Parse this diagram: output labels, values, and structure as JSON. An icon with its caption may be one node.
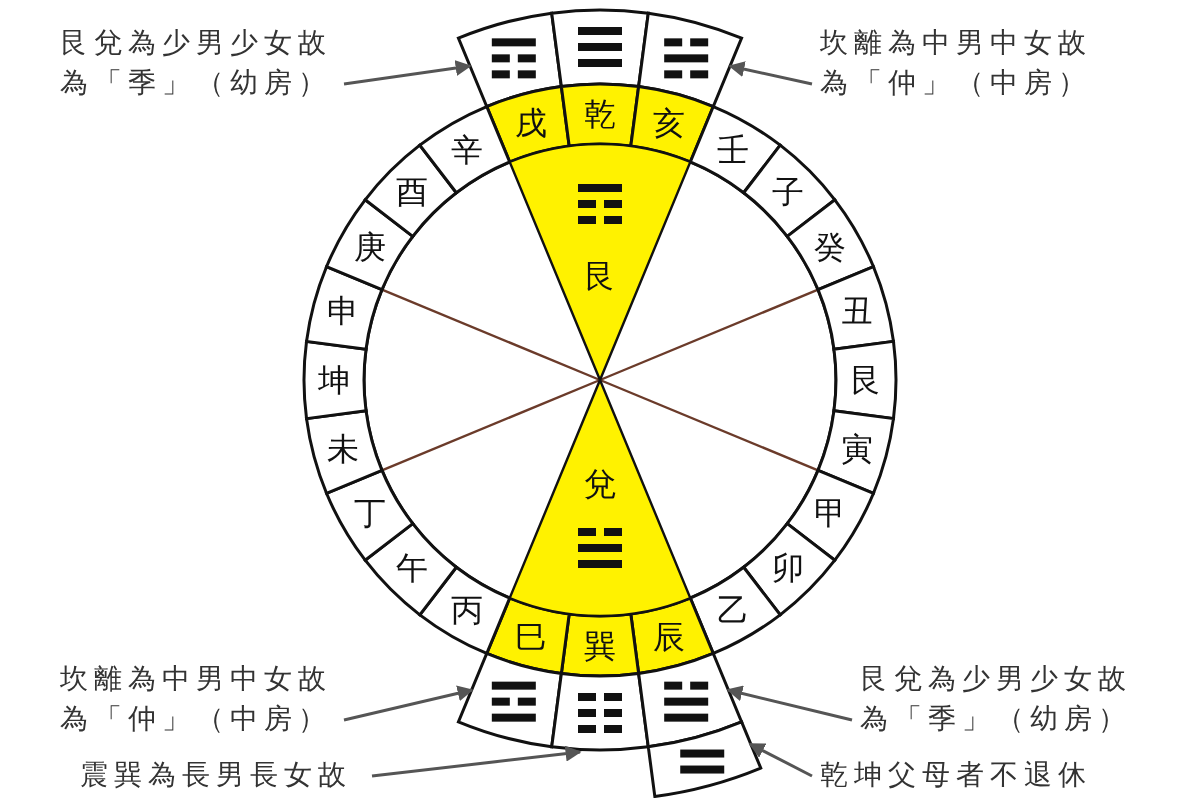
{
  "diagram": {
    "nodes": [
      {
        "text": [
          "艮兌為少男少女故為「季」（幼房）"
        ]
      },
      {
        "text": [
          "坎離為中男中女故為「仲」（中房）"
        ]
      },
      {
        "text": [],
        "shape": "box"
      },
      {
        "text": [],
        "shape": "box"
      },
      {
        "text": [],
        "shape": "box"
      },
      {
        "text": [
          "戌"
        ]
      },
      {
        "text": [
          "乾"
        ]
      },
      {
        "text": [
          "亥"
        ]
      },
      {
        "text": [
          "壬"
        ]
      },
      {
        "text": [
          "子"
        ]
      },
      {
        "text": [
          "癸"
        ]
      },
      {
        "text": [
          "丑"
        ]
      },
      {
        "text": [
          "艮"
        ]
      },
      {
        "text": [
          "寅"
        ]
      },
      {
        "text": [
          "甲"
        ]
      },
      {
        "text": [
          "卯"
        ]
      },
      {
        "text": [
          "乙"
        ]
      },
      {
        "text": [
          "辰"
        ]
      },
      {
        "text": [
          "巽"
        ]
      },
      {
        "text": [
          "巳"
        ]
      },
      {
        "text": [
          "丙"
        ]
      },
      {
        "text": [
          "午"
        ]
      },
      {
        "text": [
          "丁"
        ]
      },
      {
        "text": [
          "未"
        ]
      },
      {
        "text": [
          "坤"
        ]
      },
      {
        "text": [
          "申"
        ]
      },
      {
        "text": [
          "庚"
        ]
      },
      {
        "text": [
          "酉"
        ]
      },
      {
        "text": [
          "辛"
        ]
      },
      {
        "text": [
          "艮"
        ]
      },
      {
        "text": [
          "兌"
        ]
      },
      {
        "text": [
          "坎離為中男中女故為「仲」（中房）"
        ]
      },
      {
        "text": [
          "艮兌為少男少女故為「季」（幼房）"
        ]
      },
      {
        "text": [],
        "shape": "box"
      },
      {
        "text": [],
        "shape": "box"
      },
      {
        "text": [],
        "shape": "box"
      },
      {
        "text": [],
        "shape": "box"
      },
      {
        "text": [
          "震巽為長男長女故"
        ]
      },
      {
        "text": [
          "乾坤父母者不退休"
        ]
      }
    ],
    "edges": [
      {
        "from": 0,
        "to": 2,
        "arrow": "to"
      },
      {
        "from": 1,
        "to": 4,
        "arrow": "to"
      },
      {
        "from": 31,
        "to": 33,
        "arrow": "to"
      },
      {
        "from": 32,
        "to": 35,
        "arrow": "to"
      },
      {
        "from": 37,
        "to": 34,
        "arrow": "to"
      },
      {
        "from": 38,
        "to": 36,
        "arrow": "to"
      }
    ]
  }
}
